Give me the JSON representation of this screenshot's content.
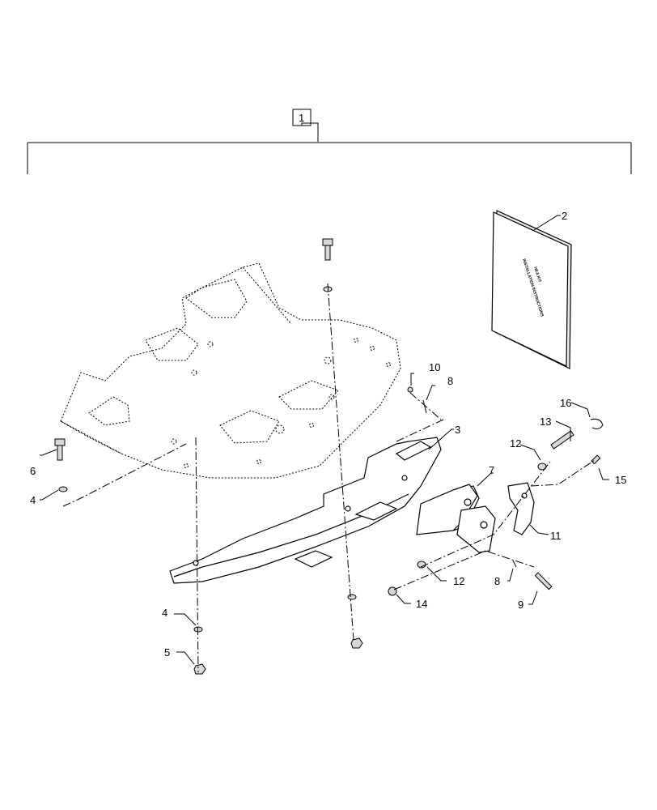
{
  "callouts": {
    "c1": "1",
    "c2": "2",
    "c3": "3",
    "c4a": "4",
    "c4b": "4",
    "c5": "5",
    "c6": "6",
    "c7": "7",
    "c8a": "8",
    "c8b": "8",
    "c9": "9",
    "c10": "10",
    "c11": "11",
    "c12a": "12",
    "c12b": "12",
    "c13": "13",
    "c14": "14",
    "c15": "15",
    "c16": "16"
  },
  "manual": {
    "line1": "HEA KIT",
    "line2": "INSTALLATION INSTRUCTIONS"
  }
}
